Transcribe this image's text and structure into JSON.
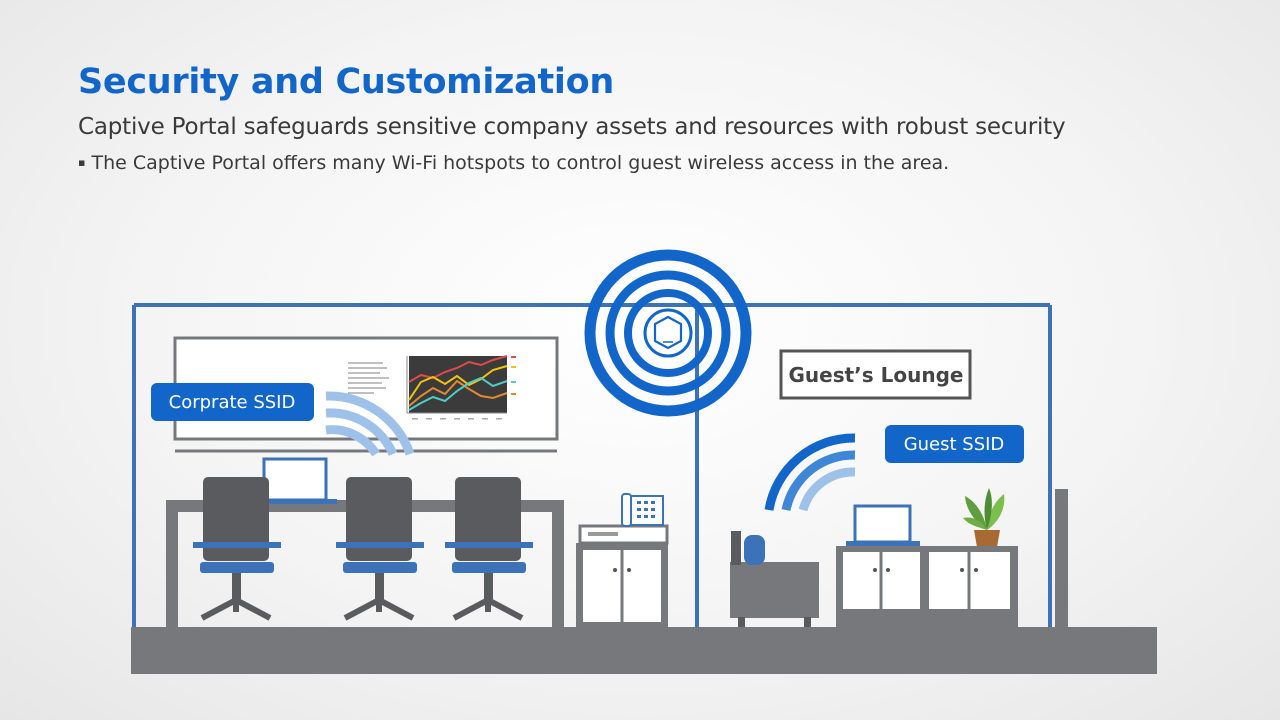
{
  "slide": {
    "title": "Security and Customization",
    "subtitle": "Captive Portal safeguards sensitive company assets and resources with robust security",
    "bullet_mark": "▪",
    "bullet": "The Captive Portal offers many Wi-Fi hotspots to control guest wireless access in the area."
  },
  "scene": {
    "corporate_ssid_label": "Corprate SSID",
    "guest_ssid_label": "Guest SSID",
    "lounge_sign": "Guest’s Lounge"
  },
  "colors": {
    "title_blue": "#1266c9",
    "wall_blue": "#3c72b8",
    "ssid_badge": "#1266c9",
    "wifi_light": "#9ec1ea",
    "floor_gray": "#77787b",
    "chair_dark": "#5a5b5f"
  },
  "icons": [
    "wifi-icon",
    "access-point-icon",
    "laptop-icon",
    "phone-icon",
    "plant-icon",
    "chair-icon",
    "sofa-icon",
    "cabinet-icon"
  ]
}
